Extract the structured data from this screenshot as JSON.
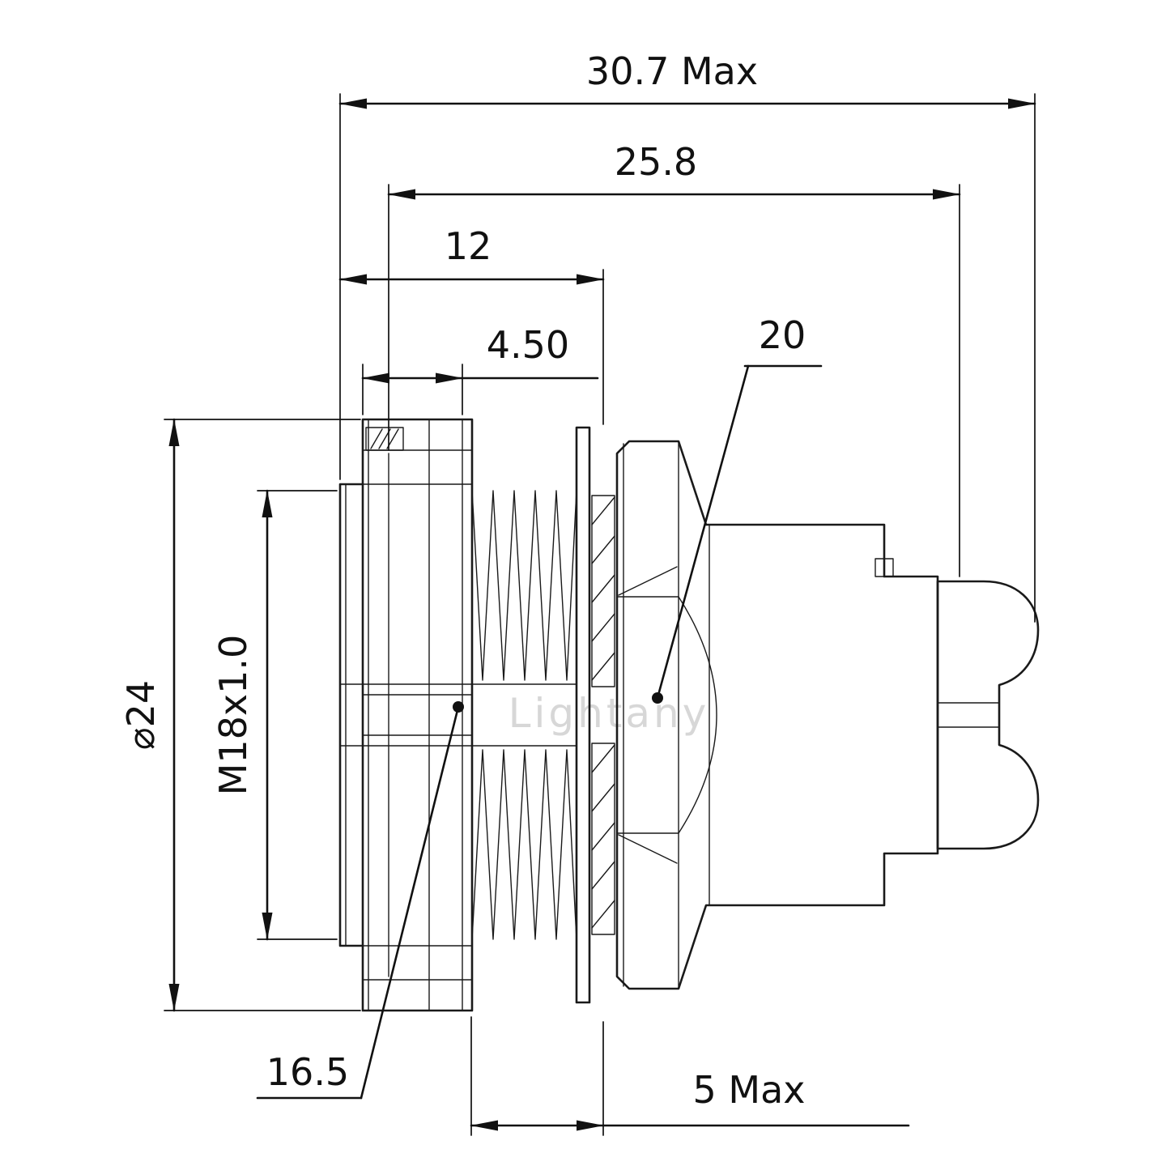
{
  "watermark": "Lightany",
  "dims": {
    "overall": "30.7 Max",
    "body": "25.8",
    "front": "12",
    "nut": "4.50",
    "back_label": "20",
    "diameter": "⌀24",
    "thread": "M18x1.0",
    "bore_label": "16.5",
    "panel": "5 Max"
  },
  "colors": {
    "line": "#1a1a1a",
    "watermark": "#d3d3d3",
    "background": "#ffffff"
  }
}
